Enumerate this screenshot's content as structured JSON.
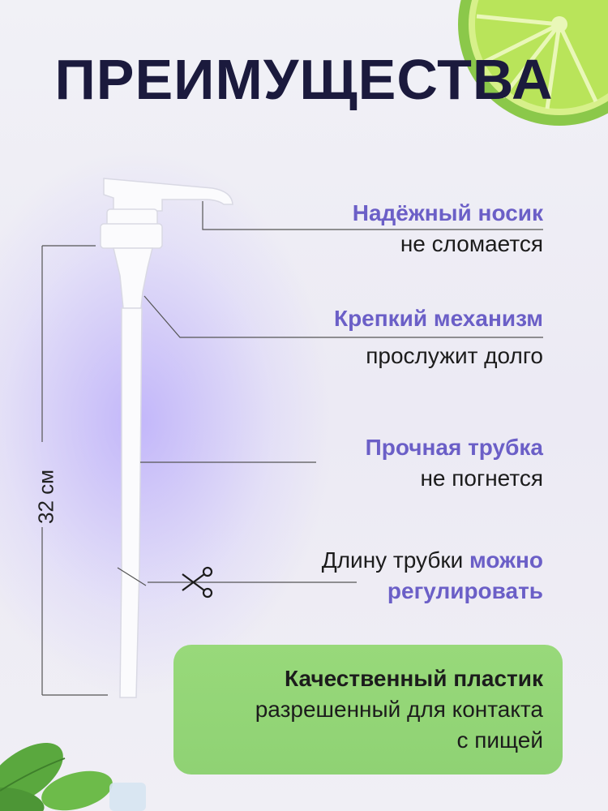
{
  "title": "ПРЕИМУЩЕСТВА",
  "features": [
    {
      "accent": "Надёжный носик",
      "text": "не сломается"
    },
    {
      "accent": "Крепкий механизм",
      "text": "прослужит долго"
    },
    {
      "accent": "Прочная трубка",
      "text": "не погнется"
    },
    {
      "text": "Длину трубки",
      "accent": "можно",
      "accent2": "регулировать"
    }
  ],
  "quality": {
    "strong": "Качественный пластик",
    "line2": "разрешенный для контакта",
    "line3": "с пищей"
  },
  "dimension": "32 см",
  "colors": {
    "accent": "#6b5fc7",
    "title": "#1b1a3d",
    "green_box": "#98d97a"
  },
  "icons": [
    "scissors-icon",
    "lime-decoration",
    "mint-leaf-decoration"
  ]
}
